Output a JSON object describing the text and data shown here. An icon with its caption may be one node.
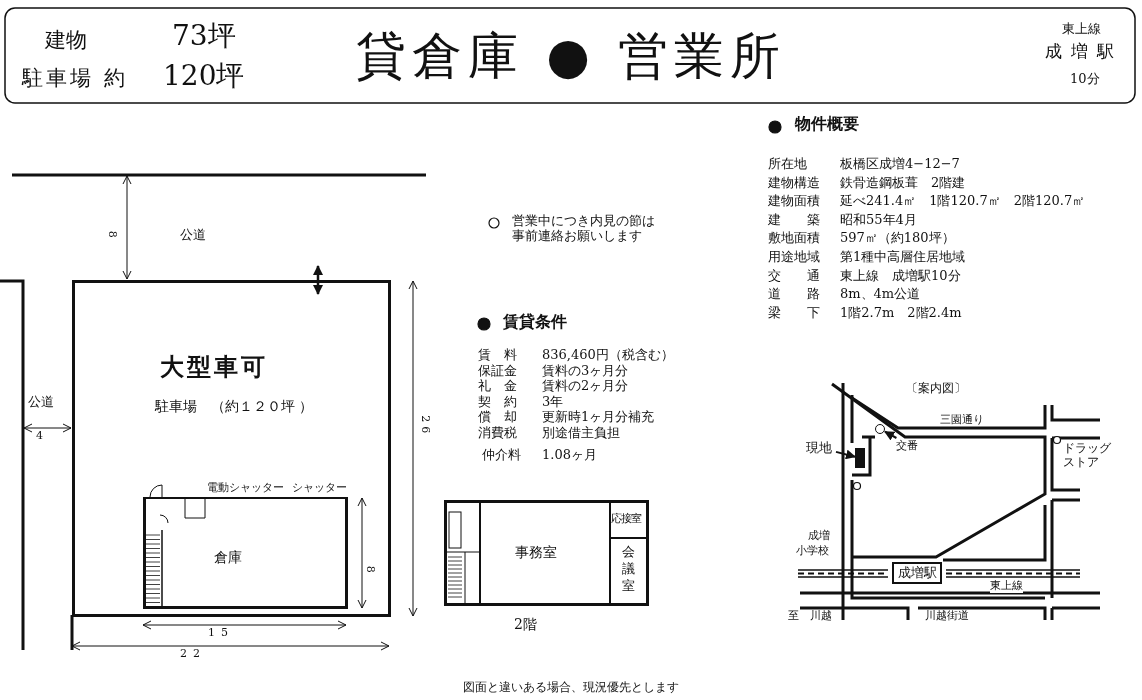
{
  "diagram": {
    "title": "貸倉庫 ● 営業所",
    "caption": "図面と違いある場合、現況優先とします",
    "nodes": [
      {
        "text": [
          "大型車可",
          "駐車場　（約１２０坪 ）"
        ]
      },
      {
        "text": [
          "倉庫"
        ],
        "in": 0,
        "beside": [
          "電動シャッター",
          "シャッター"
        ]
      },
      {
        "text": [],
        "shape": "box",
        "beside": [
          "2階"
        ]
      },
      {
        "text": [
          "事務室"
        ],
        "in": 2
      },
      {
        "text": [
          "応接室"
        ],
        "in": 2
      },
      {
        "text": [
          "会議室"
        ],
        "in": 2
      },
      {
        "text": [
          "現地"
        ]
      },
      {
        "text": [],
        "shape": "box"
      },
      {
        "text": [
          "交番"
        ]
      },
      {
        "text": [],
        "shape": "circle"
      },
      {
        "text": [
          "成増駅"
        ]
      }
    ],
    "edges": [
      {
        "from": 6,
        "to": 7,
        "arrow": "to"
      },
      {
        "from": 8,
        "to": 9,
        "arrow": "to"
      }
    ],
    "labels": [
      "建物",
      "73坪",
      "駐車場 約",
      "120坪",
      "東上線",
      "成増駅",
      "10分",
      "物件概要",
      "所在地",
      "板橋区成増4−12−7",
      "建物構造",
      "鉄骨造鋼板葺　2階建",
      "建物面積",
      "延べ241.4㎡　1階120.7㎡　2階120.7㎡",
      "建　　築",
      "昭和55年4月",
      "敷地面積",
      "597㎡（約180坪）",
      "用途地域",
      "第1種中高層住居地域",
      "交　　通",
      "東上線　成増駅10分",
      "道　　路",
      "8m、4m公道",
      "梁　　下",
      "1階2.7m　2階2.4m",
      "営業中につき内見の節は事前連絡お願いします",
      "賃貸条件",
      "賃　料",
      "836,460円（税含む）",
      "保証金",
      "賃料の3ヶ月分",
      "礼　金",
      "賃料の2ヶ月分",
      "契　約",
      "3年",
      "償　却",
      "更新時1ヶ月分補充",
      "消費税",
      "別途借主負担",
      "仲介料",
      "1.08ヶ月",
      "公道",
      "8",
      "公道",
      "4",
      "8",
      "26",
      "15",
      "22",
      "〔案内図〕",
      "三園通り",
      "ドラッグストア",
      "成増小学校",
      "東上線",
      "至　川越",
      "川越街道"
    ]
  }
}
